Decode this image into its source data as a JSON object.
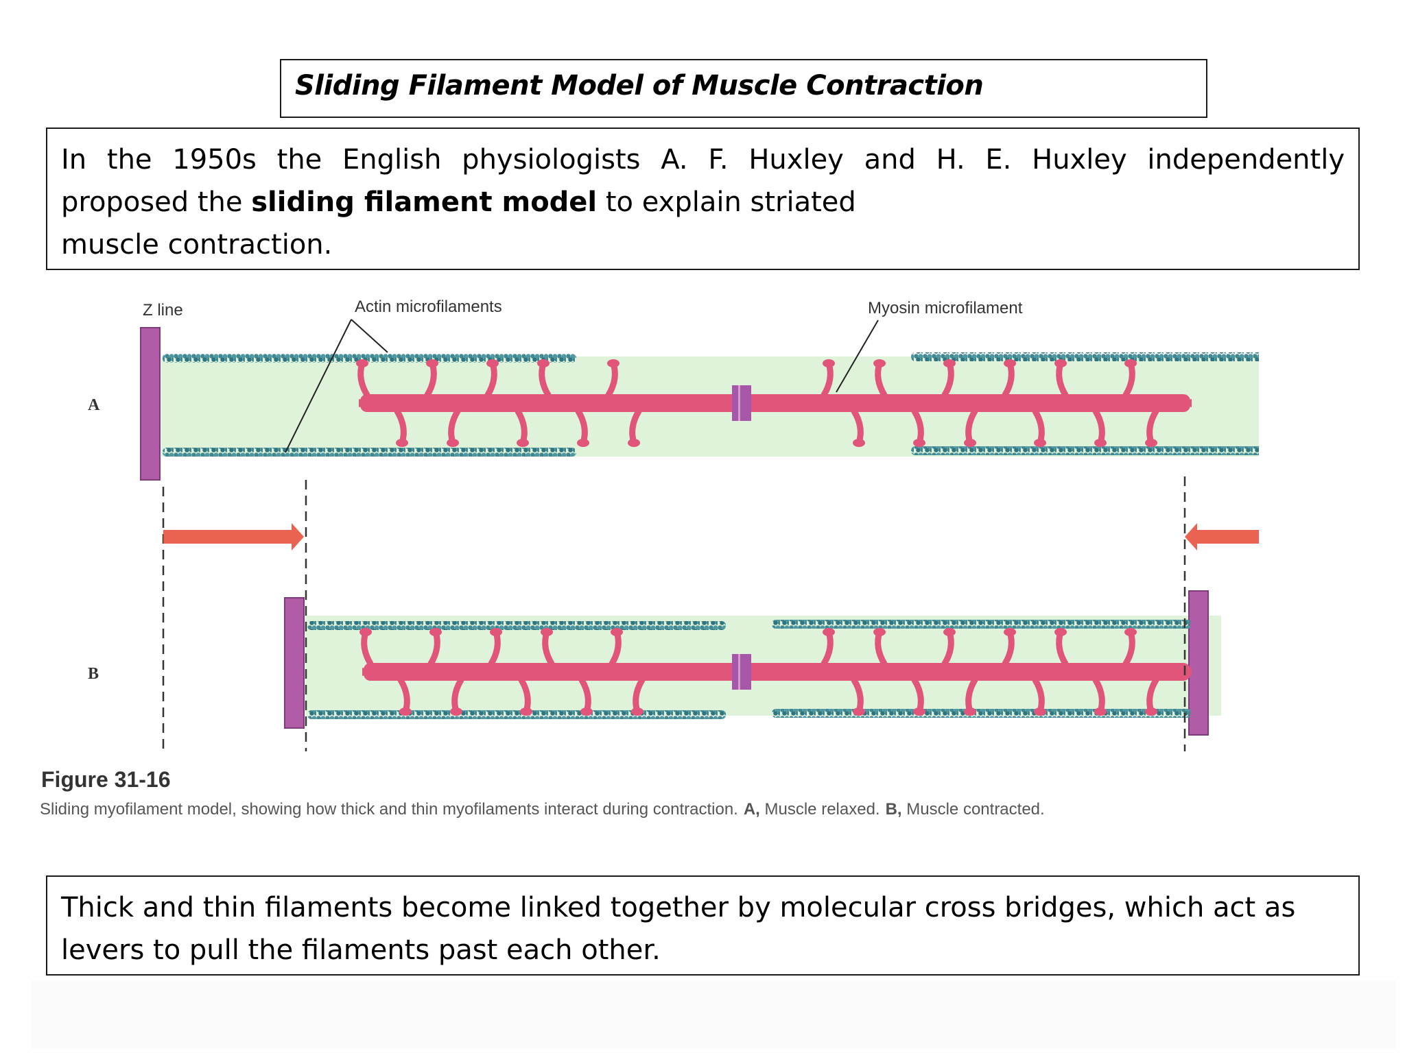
{
  "slide": {
    "title": "Sliding Filament Model of Muscle Contraction",
    "intro": {
      "line1": "In the 1950s the English physiologists A. F. Huxley and H. E. Huxley independently",
      "line2_before": "proposed the ",
      "line2_bold": "sliding filament model",
      "line2_after": " to explain striated",
      "line3": "muscle contraction."
    },
    "bottom_text": "Thick and thin filaments become linked together by molecular cross bridges, which act as levers to pull the filaments past each other."
  },
  "figure": {
    "labels": {
      "z_line": "Z line",
      "actin": "Actin microfilaments",
      "myosin": "Myosin microfilament",
      "panel_a": "A",
      "panel_b": "B"
    },
    "caption_title": "Figure 31-16",
    "caption_intro": "Sliding myofilament model, showing how thick and thin myofilaments interact during contraction.",
    "caption_a_letter": "A,",
    "caption_a_text": " Muscle relaxed.",
    "caption_b_letter": "B,",
    "caption_b_text": " Muscle contracted.",
    "colors": {
      "z_disc": "#b15ca6",
      "myosin": "#e2557b",
      "actin": "#3f8791",
      "background_band": "#dff2da",
      "arrow": "#e8513f"
    }
  }
}
